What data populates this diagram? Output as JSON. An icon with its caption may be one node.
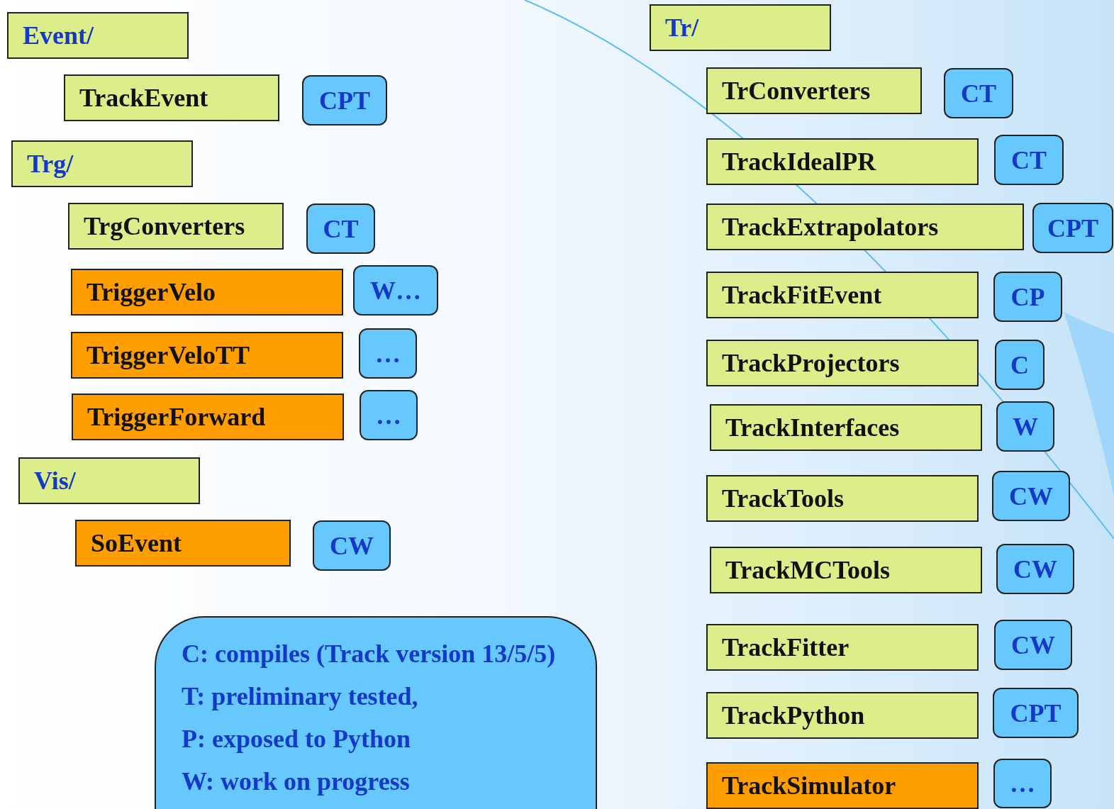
{
  "diagram": {
    "nodes": [
      {
        "text": [
          "Event/"
        ]
      },
      {
        "text": [
          "TrackEvent"
        ]
      },
      {
        "text": [
          "CPT"
        ]
      },
      {
        "text": [
          "Trg/"
        ]
      },
      {
        "text": [
          "TrgConverters"
        ]
      },
      {
        "text": [
          "CT"
        ]
      },
      {
        "text": [
          "TriggerVelo"
        ]
      },
      {
        "text": [
          "W…"
        ]
      },
      {
        "text": [
          "TriggerVeloTT"
        ]
      },
      {
        "text": [
          "…"
        ]
      },
      {
        "text": [
          "TriggerForward"
        ]
      },
      {
        "text": [
          "…"
        ]
      },
      {
        "text": [
          "Vis/"
        ]
      },
      {
        "text": [
          "SoEvent"
        ]
      },
      {
        "text": [
          "CW"
        ]
      },
      {
        "text": [
          "C: compiles (Track version 13/5/5)",
          "T: preliminary tested,",
          "P: exposed to Python",
          "W: work on progress"
        ]
      },
      {
        "text": [
          "Tr/"
        ]
      },
      {
        "text": [
          "TrConverters"
        ]
      },
      {
        "text": [
          "CT"
        ]
      },
      {
        "text": [
          "TrackIdealPR"
        ]
      },
      {
        "text": [
          "CT"
        ]
      },
      {
        "text": [
          "TrackExtrapolators"
        ]
      },
      {
        "text": [
          "CPT"
        ]
      },
      {
        "text": [
          "TrackFitEvent"
        ]
      },
      {
        "text": [
          "CP"
        ]
      },
      {
        "text": [
          "TrackProjectors"
        ]
      },
      {
        "text": [
          "C"
        ]
      },
      {
        "text": [
          "TrackInterfaces"
        ]
      },
      {
        "text": [
          "W"
        ]
      },
      {
        "text": [
          "TrackTools"
        ]
      },
      {
        "text": [
          "CW"
        ]
      },
      {
        "text": [
          "TrackMCTools"
        ]
      },
      {
        "text": [
          "CW"
        ]
      },
      {
        "text": [
          "TrackFitter"
        ]
      },
      {
        "text": [
          "CW"
        ]
      },
      {
        "text": [
          "TrackPython"
        ]
      },
      {
        "text": [
          "CPT"
        ]
      },
      {
        "text": [
          "TrackSimulator"
        ]
      },
      {
        "text": [
          "…"
        ]
      }
    ],
    "edges": []
  }
}
